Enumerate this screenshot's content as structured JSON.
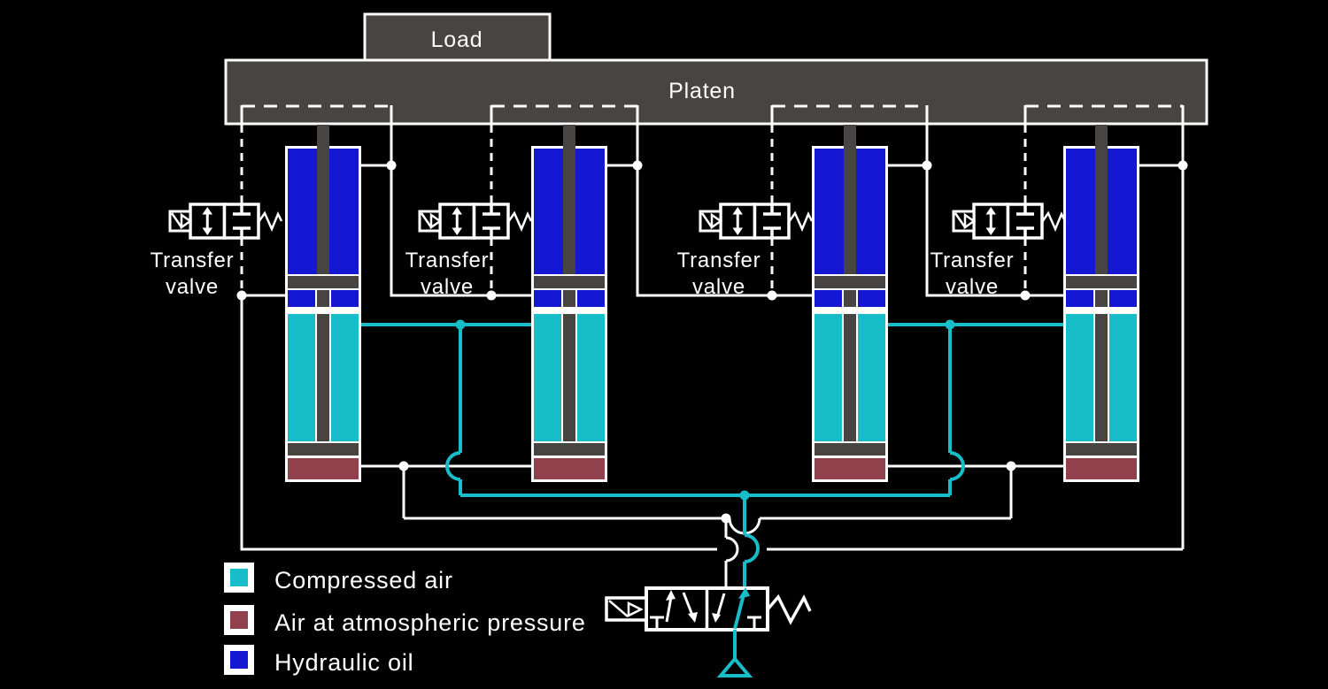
{
  "load": {
    "label": "Load"
  },
  "platen": {
    "label": "Platen"
  },
  "transfer_valve_label": {
    "line1": "Transfer",
    "line2": "valve"
  },
  "legend": {
    "items": [
      {
        "label": "Compressed air",
        "color": "#17bdc9"
      },
      {
        "label": "Air at atmospheric pressure",
        "color": "#91414b"
      },
      {
        "label": "Hydraulic oil",
        "color": "#1418d2"
      }
    ]
  },
  "colors": {
    "background": "#000000",
    "structure_gray": "#474441",
    "line_white": "#ffffff",
    "compressed_air": "#17bdc9",
    "atmospheric_air": "#91414b",
    "hydraulic_oil": "#1418d2"
  }
}
